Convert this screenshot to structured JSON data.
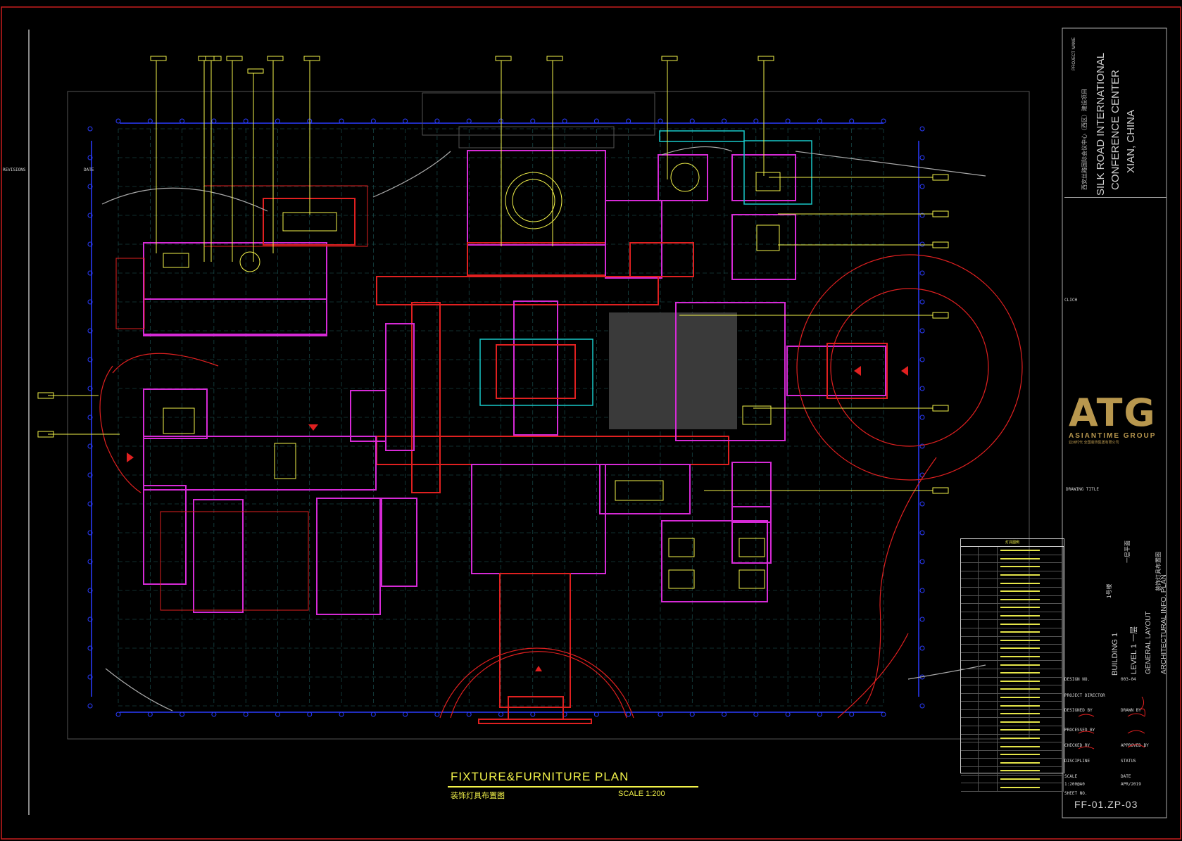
{
  "drawing": {
    "plan_title": "FIXTURE&FURNITURE PLAN",
    "plan_subtitle": "装饰灯具布置图",
    "plan_scale": "SCALE 1:200",
    "sheet_number": "FF-01.ZP-03"
  },
  "title_block": {
    "project_name_label": "PROJECT NAME",
    "project_name_cn": "西安丝路国际会议中心（西区）建设项目",
    "project_name_en_1": "SILK ROAD INTERNATIONAL",
    "project_name_en_2": "CONFERENCE CENTER",
    "project_location": "XIAN, CHINA",
    "revisions_label": "REVISIONS",
    "date_label": "DATE",
    "clich_label": "CLICH",
    "company_name": "ASIANTIME GROUP",
    "company_logo": "ATG",
    "company_cn": "亚洲时代 全国装饰集团有限公司",
    "drawing_title_label": "DRAWING TITLE",
    "drawing_title_1": "BUILDING 1",
    "drawing_title_2": "LEVEL 1  一层",
    "drawing_title_3": "GENERAL LAYOUT",
    "drawing_title_4": "ARCHITECTURAL INFO. PLAN",
    "drawing_title_cn_1": "1号楼",
    "drawing_title_cn_2": "一层平面",
    "drawing_title_cn_3": "装饰灯具布置图",
    "design_no_label": "DESIGN NO.",
    "design_no": "003-04",
    "project_director_label": "PROJECT DIRECTOR",
    "designed_by_label": "DESIGNED BY",
    "drawn_by_label": "DRAWN BY",
    "processed_by_label": "PROCESSED BY",
    "checked_by_label": "CHECKED BY",
    "approved_by_label": "APPROVED BY",
    "discipline_label": "DISCIPLINE",
    "status_label": "STATUS",
    "scale_label": "SCALE",
    "scale_value": "1:200@A0",
    "date_value": "APR/2019",
    "sheet_no_label": "SHEET NO."
  },
  "legend": {
    "header": "灯具图例"
  },
  "colors": {
    "background": "#000000",
    "frame_red": "#c81e1e",
    "wall_magenta": "#d62ad6",
    "column_blue": "#2a3cff",
    "furniture_yellow": "#f2f24a",
    "teal": "#19c9c9",
    "grid_dark_cyan": "#1e6c6c",
    "logo_gold": "#b8974e",
    "building_red": "#e02020",
    "dark_fill": "#3a3a3a"
  }
}
